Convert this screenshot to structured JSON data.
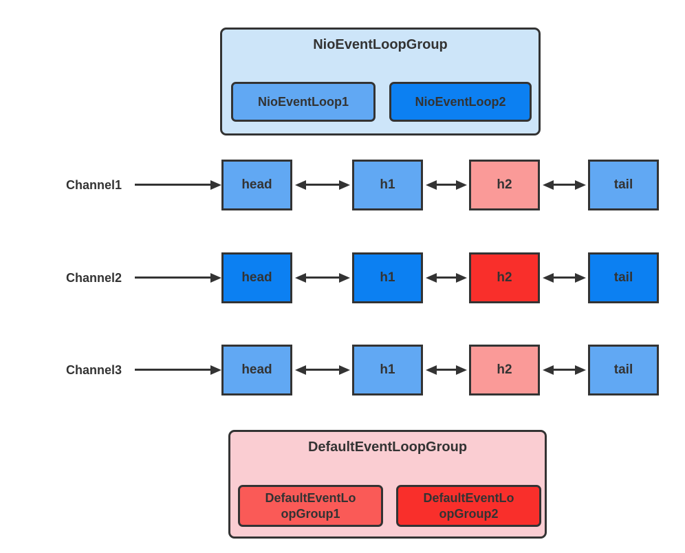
{
  "colors": {
    "background": "#ffffff",
    "stroke": "#333333",
    "text": "#333333",
    "blue_light_fill": "#cde5f9",
    "blue_medium": "#61a8f3",
    "blue_dark": "#0c80f2",
    "pink_fill": "#facdd2",
    "red_light": "#fa9a98",
    "red_medium": "#fa5a57",
    "red_strong": "#f92f2b"
  },
  "top_group": {
    "title": "NioEventLoopGroup",
    "bg": "#cde5f9",
    "children": [
      {
        "label": "NioEventLoop1",
        "color": "#61a8f3"
      },
      {
        "label": "NioEventLoop2",
        "color": "#0c80f2"
      }
    ]
  },
  "channels": [
    {
      "label": "Channel1",
      "nodes": [
        {
          "label": "head",
          "color": "#61a8f3"
        },
        {
          "label": "h1",
          "color": "#61a8f3"
        },
        {
          "label": "h2",
          "color": "#fa9a98"
        },
        {
          "label": "tail",
          "color": "#61a8f3"
        }
      ]
    },
    {
      "label": "Channel2",
      "nodes": [
        {
          "label": "head",
          "color": "#0c80f2"
        },
        {
          "label": "h1",
          "color": "#0c80f2"
        },
        {
          "label": "h2",
          "color": "#f92f2b"
        },
        {
          "label": "tail",
          "color": "#0c80f2"
        }
      ]
    },
    {
      "label": "Channel3",
      "nodes": [
        {
          "label": "head",
          "color": "#61a8f3"
        },
        {
          "label": "h1",
          "color": "#61a8f3"
        },
        {
          "label": "h2",
          "color": "#fa9a98"
        },
        {
          "label": "tail",
          "color": "#61a8f3"
        }
      ]
    }
  ],
  "bottom_group": {
    "title": "DefaultEventLoopGroup",
    "bg": "#facdd2",
    "children": [
      {
        "label": "DefaultEventLo\nopGroup1",
        "color": "#fa5a57"
      },
      {
        "label": "DefaultEventLo\nopGroup2",
        "color": "#f92f2b"
      }
    ]
  }
}
